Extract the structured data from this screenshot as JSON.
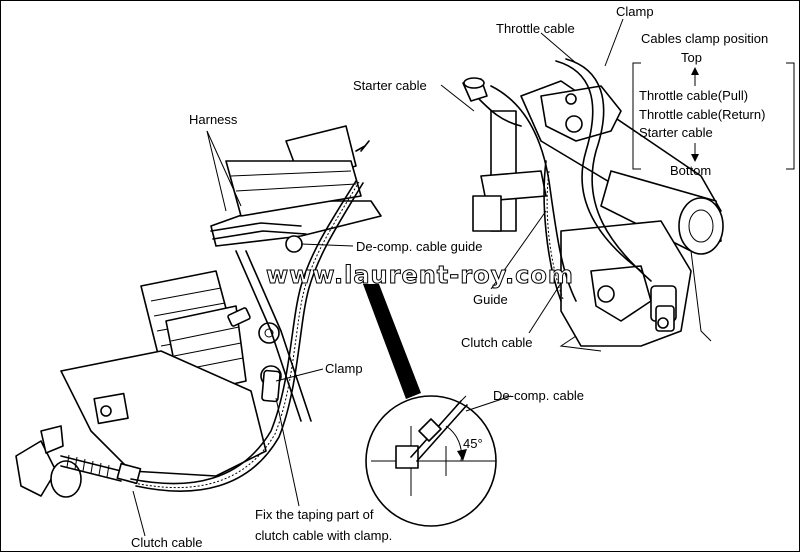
{
  "labels": {
    "throttle_cable": "Throttle cable",
    "clamp_top": "Clamp",
    "cables_clamp_position": "Cables clamp position",
    "top": "Top",
    "throttle_pull": "Throttle cable(Pull)",
    "throttle_return": "Throttle cable(Return)",
    "starter_cable_list": "Starter cable",
    "bottom": "Bottom",
    "starter_cable": "Starter cable",
    "harness": "Harness",
    "decomp_guide": "De-comp. cable guide",
    "guide": "Guide",
    "clutch_cable_right": "Clutch cable",
    "clamp_mid": "Clamp",
    "decomp_cable": "De-comp. cable",
    "angle": "45°",
    "fix_line1": "Fix the taping part of",
    "fix_line2": "clutch cable with clamp.",
    "clutch_cable_bottom": "Clutch cable"
  },
  "watermark": "www.laurent-roy.com"
}
